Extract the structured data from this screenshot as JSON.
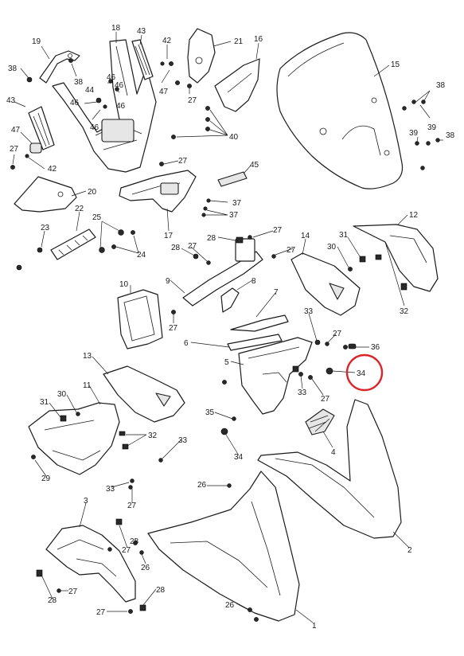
{
  "callouts": [
    {
      "id": "c-19",
      "label": "19"
    },
    {
      "id": "c-18",
      "label": "18"
    },
    {
      "id": "c-43a",
      "label": "43"
    },
    {
      "id": "c-42a",
      "label": "42"
    },
    {
      "id": "c-21",
      "label": "21"
    },
    {
      "id": "c-16",
      "label": "16"
    },
    {
      "id": "c-38a",
      "label": "38"
    },
    {
      "id": "c-38b",
      "label": "38"
    },
    {
      "id": "c-46a",
      "label": "46"
    },
    {
      "id": "c-44",
      "label": "44"
    },
    {
      "id": "c-46b",
      "label": "46"
    },
    {
      "id": "c-46c",
      "label": "46"
    },
    {
      "id": "c-47a",
      "label": "47"
    },
    {
      "id": "c-27a",
      "label": "27"
    },
    {
      "id": "c-15",
      "label": "15"
    },
    {
      "id": "c-43b",
      "label": "43"
    },
    {
      "id": "c-46d",
      "label": "46"
    },
    {
      "id": "c-46e",
      "label": "46"
    },
    {
      "id": "c-40",
      "label": "40"
    },
    {
      "id": "c-38c",
      "label": "38"
    },
    {
      "id": "c-39a",
      "label": "39"
    },
    {
      "id": "c-47b",
      "label": "47"
    },
    {
      "id": "c-39b",
      "label": "39"
    },
    {
      "id": "c-38d",
      "label": "38"
    },
    {
      "id": "c-27b",
      "label": "27"
    },
    {
      "id": "c-42b",
      "label": "42"
    },
    {
      "id": "c-27c",
      "label": "27"
    },
    {
      "id": "c-45",
      "label": "45"
    },
    {
      "id": "c-20",
      "label": "20"
    },
    {
      "id": "c-37a",
      "label": "37"
    },
    {
      "id": "c-37b",
      "label": "37"
    },
    {
      "id": "c-22",
      "label": "22"
    },
    {
      "id": "c-25",
      "label": "25"
    },
    {
      "id": "c-12",
      "label": "12"
    },
    {
      "id": "c-23",
      "label": "23"
    },
    {
      "id": "c-17",
      "label": "17"
    },
    {
      "id": "c-28a",
      "label": "28"
    },
    {
      "id": "c-27d",
      "label": "27"
    },
    {
      "id": "c-14",
      "label": "14"
    },
    {
      "id": "c-31a",
      "label": "31"
    },
    {
      "id": "c-24",
      "label": "24"
    },
    {
      "id": "c-28b",
      "label": "28"
    },
    {
      "id": "c-27e",
      "label": "27"
    },
    {
      "id": "c-27f",
      "label": "27"
    },
    {
      "id": "c-30a",
      "label": "30"
    },
    {
      "id": "c-9",
      "label": "9"
    },
    {
      "id": "c-8",
      "label": "8"
    },
    {
      "id": "c-10",
      "label": "10"
    },
    {
      "id": "c-32a",
      "label": "32"
    },
    {
      "id": "c-7",
      "label": "7"
    },
    {
      "id": "c-33a",
      "label": "33"
    },
    {
      "id": "c-27g",
      "label": "27"
    },
    {
      "id": "c-27h",
      "label": "27"
    },
    {
      "id": "c-6",
      "label": "6"
    },
    {
      "id": "c-36",
      "label": "36"
    },
    {
      "id": "c-13",
      "label": "13"
    },
    {
      "id": "c-5",
      "label": "5"
    },
    {
      "id": "c-34a",
      "label": "34"
    },
    {
      "id": "c-11",
      "label": "11"
    },
    {
      "id": "c-33b",
      "label": "33"
    },
    {
      "id": "c-27i",
      "label": "27"
    },
    {
      "id": "c-31b",
      "label": "31"
    },
    {
      "id": "c-30b",
      "label": "30"
    },
    {
      "id": "c-35",
      "label": "35"
    },
    {
      "id": "c-32b",
      "label": "32"
    },
    {
      "id": "c-4",
      "label": "4"
    },
    {
      "id": "c-33c",
      "label": "33"
    },
    {
      "id": "c-34b",
      "label": "34"
    },
    {
      "id": "c-29",
      "label": "29"
    },
    {
      "id": "c-33d",
      "label": "33"
    },
    {
      "id": "c-27j",
      "label": "27"
    },
    {
      "id": "c-26a",
      "label": "26"
    },
    {
      "id": "c-3",
      "label": "3"
    },
    {
      "id": "c-27k",
      "label": "27"
    },
    {
      "id": "c-28c",
      "label": "28"
    },
    {
      "id": "c-26b",
      "label": "26"
    },
    {
      "id": "c-2",
      "label": "2"
    },
    {
      "id": "c-27l",
      "label": "27"
    },
    {
      "id": "c-28d",
      "label": "28"
    },
    {
      "id": "c-28e",
      "label": "28"
    },
    {
      "id": "c-27m",
      "label": "27"
    },
    {
      "id": "c-26c",
      "label": "26"
    },
    {
      "id": "c-1",
      "label": "1"
    }
  ],
  "highlight": {
    "label": "34",
    "stroke_color": "#d9262c"
  },
  "colors": {
    "line": "#1a1a1a",
    "shade": "#e6e6e6",
    "background": "#ffffff"
  }
}
